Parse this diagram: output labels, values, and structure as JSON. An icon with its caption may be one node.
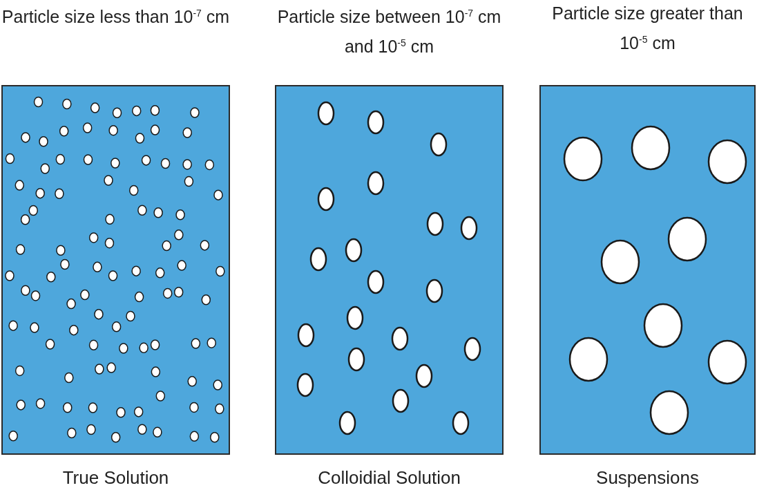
{
  "diagram": {
    "nodes": [
      {
        "text": [
          "Particle size less than 10$^{-7}$ cm"
        ],
        "beside": [
          "True Solution"
        ]
      },
      {
        "text": [
          "Particle size between 10$^{-7}$ cm and 10$^{-5}$ cm"
        ],
        "beside": [
          "Colloidial Solution"
        ]
      },
      {
        "text": [
          "Particle size greater than 10$^{-5}$ cm"
        ],
        "beside": [
          "Suspensions"
        ]
      }
    ]
  }
}
